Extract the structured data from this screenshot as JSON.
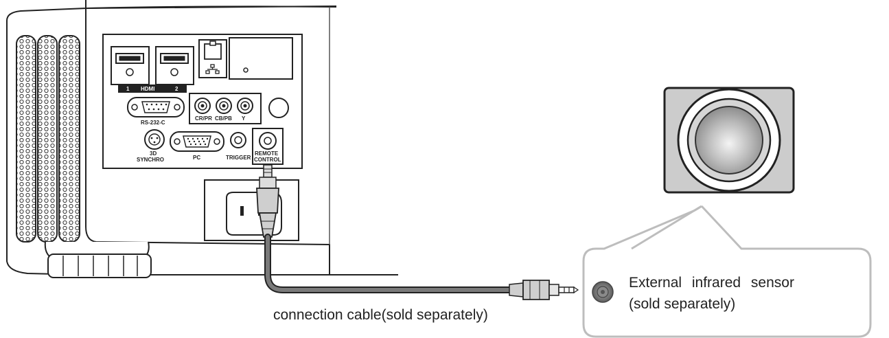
{
  "projector": {
    "hdmi_label": "HDMI",
    "hdmi1": "1",
    "hdmi2": "2",
    "rs232c": "RS-232-C",
    "cr_pr": "CR/PR",
    "cb_pb": "CB/PB",
    "y": "Y",
    "sync_3d_line1": "3D",
    "sync_3d_line2": "SYNCHRO",
    "pc": "PC",
    "trigger": "TRIGGER",
    "remote_line1": "REMOTE",
    "remote_line2": "CONTROL"
  },
  "captions": {
    "cable": "connection cable(sold separately)",
    "sensor_line1": "External infrared sensor",
    "sensor_line2": "(sold separately)"
  },
  "colors": {
    "line": "#222222",
    "cable": "#777777",
    "callout_border": "#bdbdbd",
    "sensor_lens": "#bcbcbc"
  }
}
